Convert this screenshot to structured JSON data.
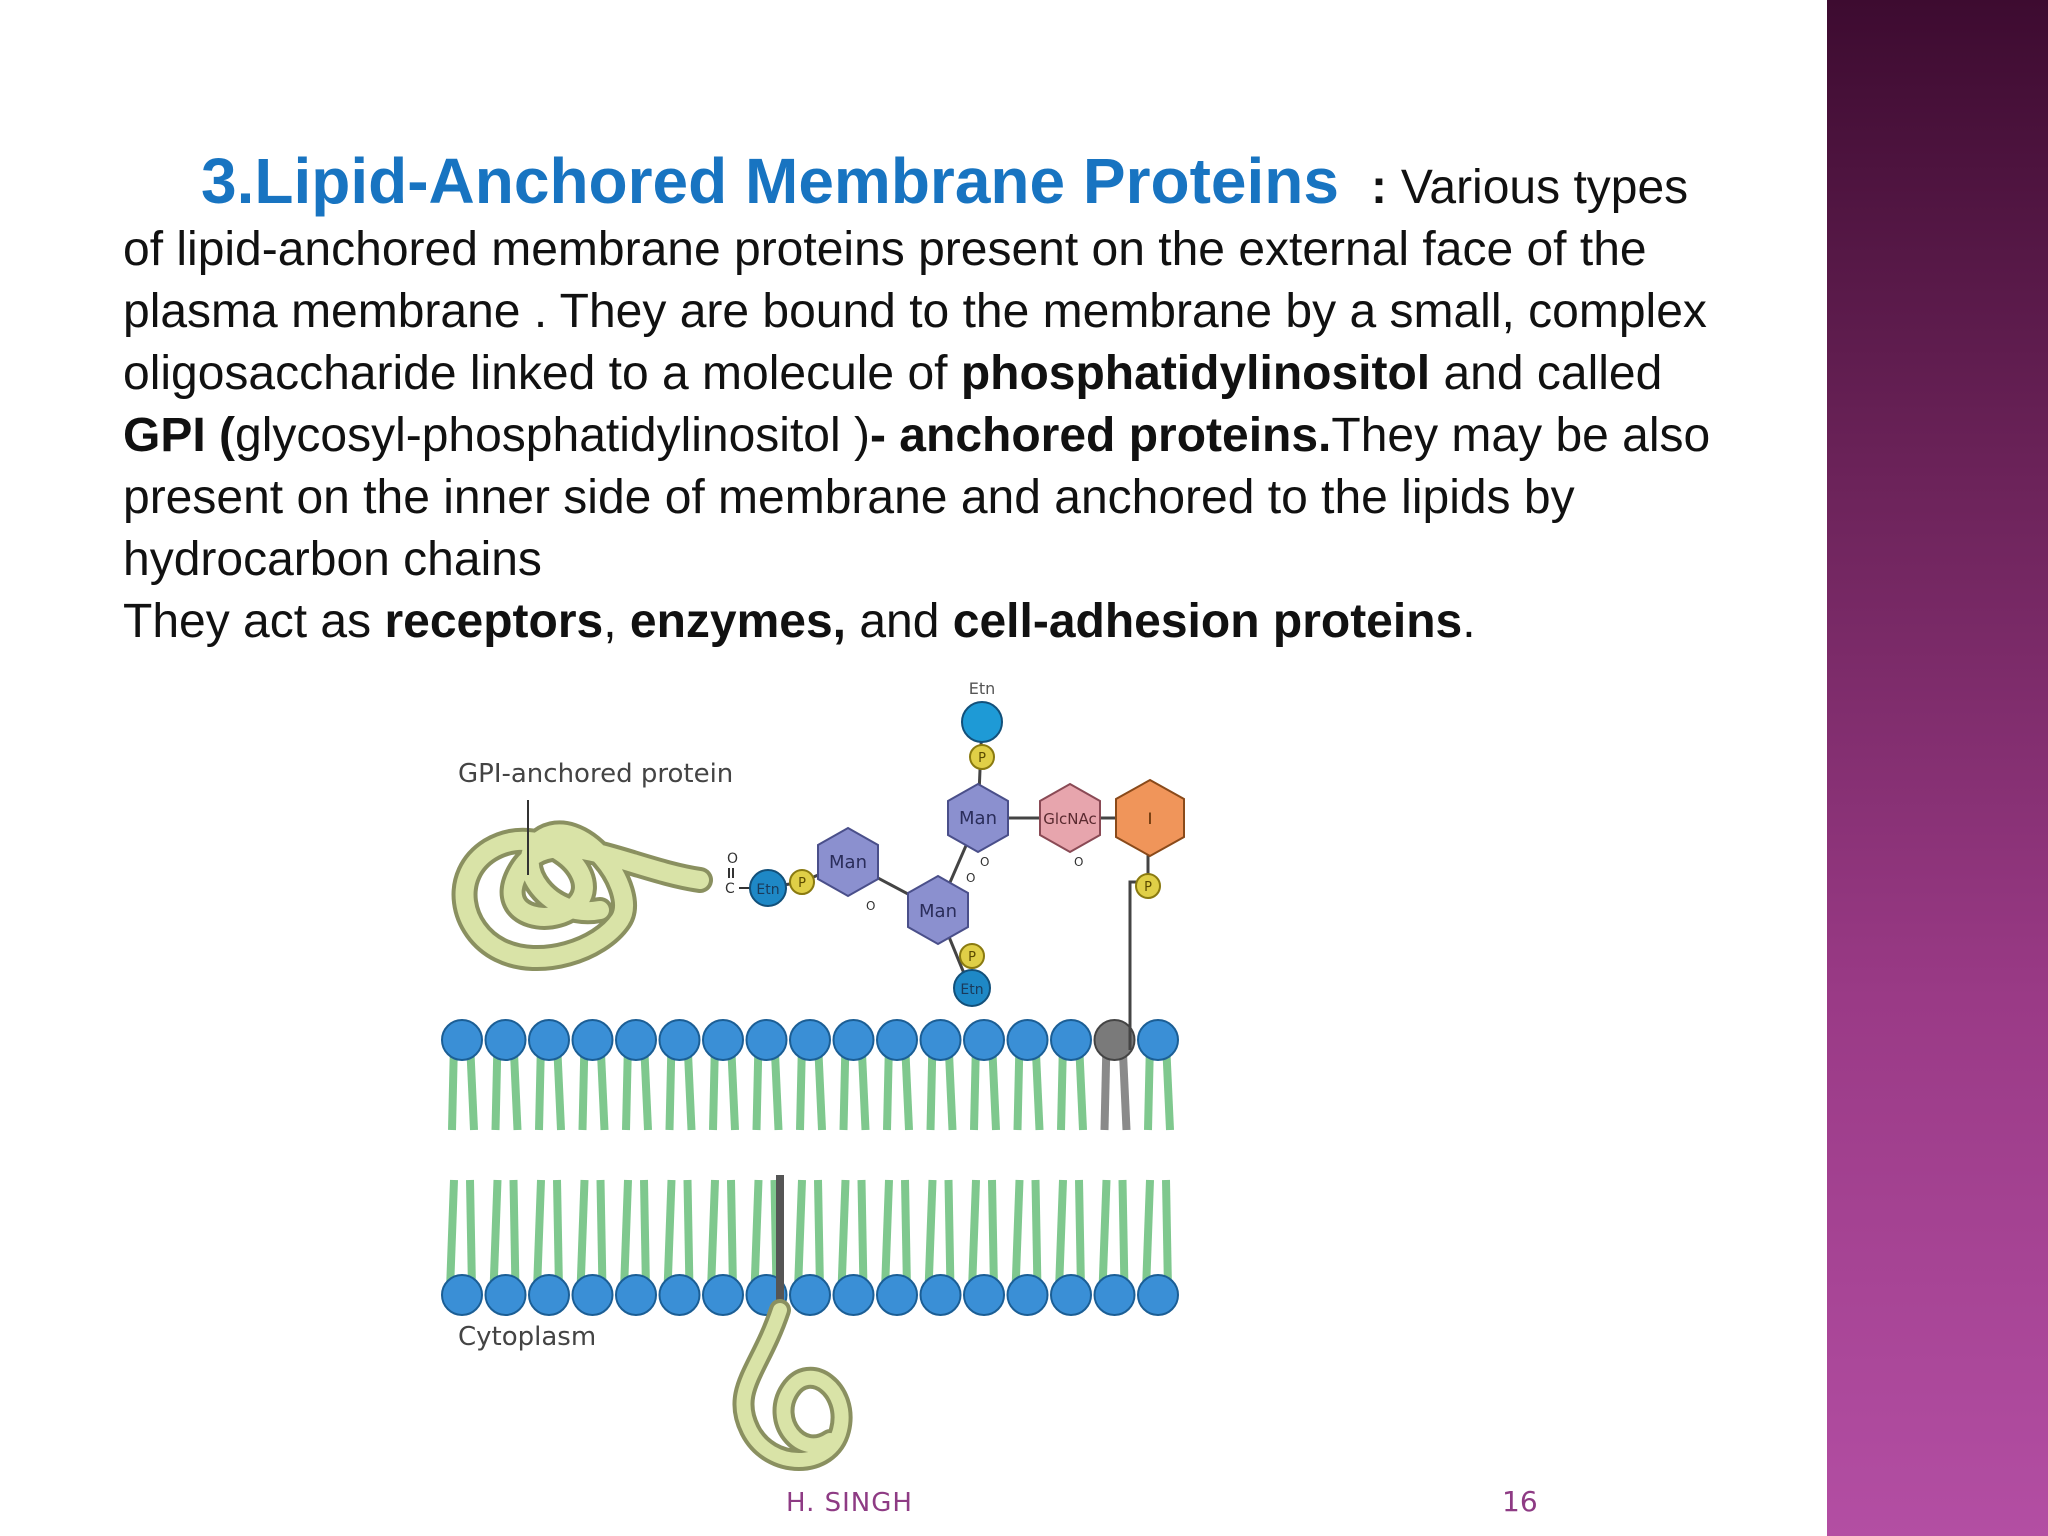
{
  "slide": {
    "title": "3.Lipid-Anchored Membrane Proteins",
    "colon": ":",
    "para": [
      {
        "t": "Various types of lipid-anchored membrane proteins present on the external face of the plasma membrane . They are bound to the membrane by a small, complex oligosaccharide linked to a molecule of ",
        "b": false
      },
      {
        "t": "phosphatidylinositol",
        "b": true
      },
      {
        "t": " and called ",
        "b": false
      },
      {
        "t": "GPI (",
        "b": true
      },
      {
        "t": "glycosyl-phosphatidylinositol )",
        "b": false
      },
      {
        "t": "- anchored proteins.",
        "b": true
      },
      {
        "t": "They may be also present on the inner side of membrane and anchored to the lipids by hydrocarbon chains",
        "b": false
      }
    ],
    "line2": [
      {
        "t": "They act as ",
        "b": false
      },
      {
        "t": "receptors",
        "b": true
      },
      {
        "t": ", ",
        "b": false
      },
      {
        "t": "enzymes,",
        "b": true
      },
      {
        "t": " and ",
        "b": false
      },
      {
        "t": "cell-adhesion proteins",
        "b": true
      },
      {
        "t": ".",
        "b": false
      }
    ]
  },
  "diagram": {
    "gpi_label": "GPI-anchored protein",
    "cytoplasm_label": "Cytoplasm",
    "etn": "Etn",
    "p": "P",
    "man": "Man",
    "glcnac": "GlcNAc",
    "inositol": "I",
    "o": "O",
    "c": "C"
  },
  "footer": {
    "author": "H. SINGH",
    "page": "16"
  },
  "colors": {
    "title": "#1874c1",
    "sidebar": "#9a3a86",
    "lipid_head": "#3a8fd6",
    "lipid_tail": "#7fc88e",
    "man": "#8b90cf",
    "glcnac": "#e7a5ad",
    "inositol": "#f0955a",
    "phosphate": "#e0cf47",
    "protein": "#d9e3a7"
  }
}
